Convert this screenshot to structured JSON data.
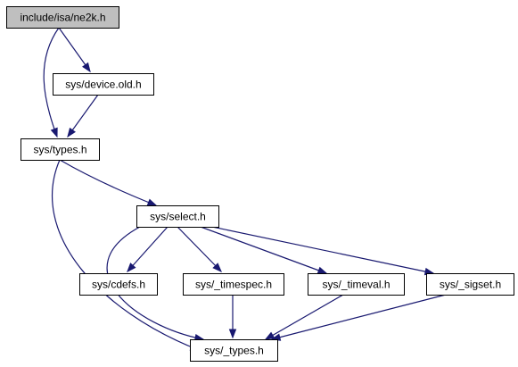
{
  "diagram": {
    "type": "include-dependency-graph",
    "colors": {
      "edge": "#191970",
      "root_fill": "#bfbfbf",
      "node_fill": "#ffffff",
      "border": "#000000"
    },
    "nodes": [
      {
        "id": "ne2k",
        "label": "include/isa/ne2k.h",
        "root": true
      },
      {
        "id": "device_old",
        "label": "sys/device.old.h",
        "root": false
      },
      {
        "id": "types",
        "label": "sys/types.h",
        "root": false
      },
      {
        "id": "select",
        "label": "sys/select.h",
        "root": false
      },
      {
        "id": "cdefs",
        "label": "sys/cdefs.h",
        "root": false
      },
      {
        "id": "timespec",
        "label": "sys/_timespec.h",
        "root": false
      },
      {
        "id": "timeval",
        "label": "sys/_timeval.h",
        "root": false
      },
      {
        "id": "sigset",
        "label": "sys/_sigset.h",
        "root": false
      },
      {
        "id": "_types",
        "label": "sys/_types.h",
        "root": false
      }
    ],
    "edges": [
      {
        "from": "ne2k",
        "to": "device_old"
      },
      {
        "from": "ne2k",
        "to": "types"
      },
      {
        "from": "device_old",
        "to": "types"
      },
      {
        "from": "types",
        "to": "select"
      },
      {
        "from": "types",
        "to": "_types"
      },
      {
        "from": "select",
        "to": "cdefs"
      },
      {
        "from": "select",
        "to": "timespec"
      },
      {
        "from": "select",
        "to": "timeval"
      },
      {
        "from": "select",
        "to": "sigset"
      },
      {
        "from": "select",
        "to": "_types"
      },
      {
        "from": "timespec",
        "to": "_types"
      },
      {
        "from": "timeval",
        "to": "_types"
      },
      {
        "from": "sigset",
        "to": "_types"
      }
    ]
  }
}
